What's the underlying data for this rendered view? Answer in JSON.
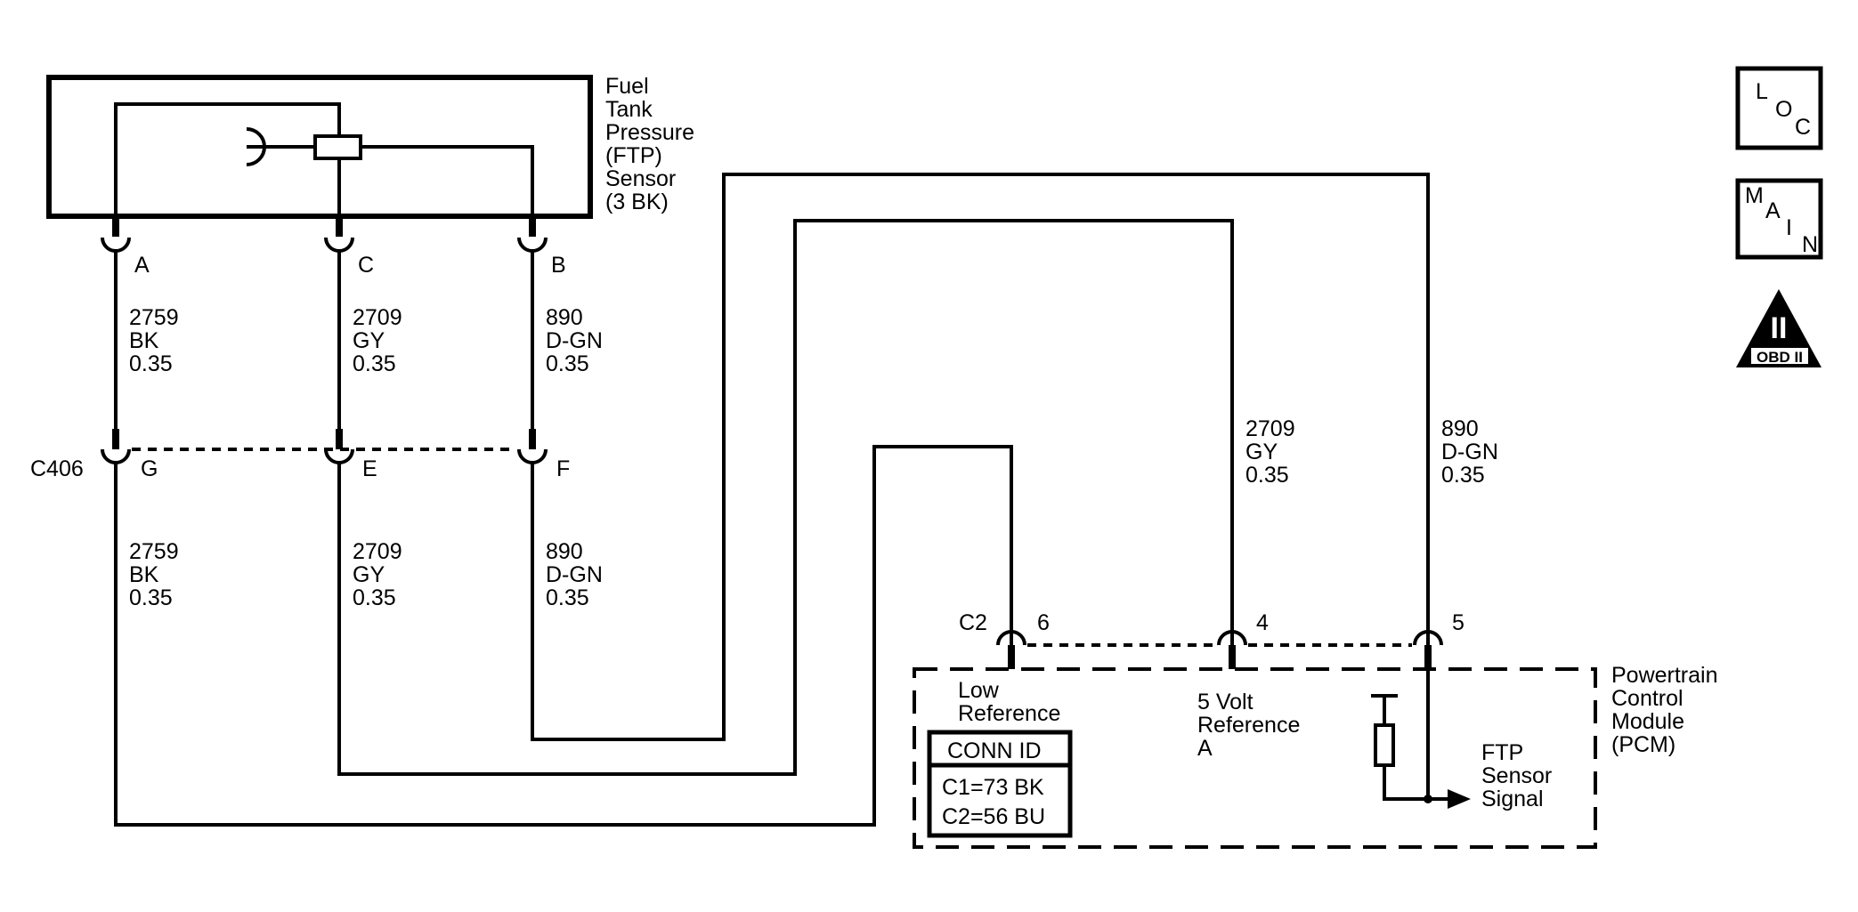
{
  "sensor": {
    "label_lines": [
      "Fuel",
      "Tank",
      "Pressure",
      "(FTP)",
      "Sensor",
      "(3 BK)"
    ],
    "pins": {
      "a": "A",
      "c": "C",
      "b": "B"
    }
  },
  "wires": {
    "a": {
      "circuit": "2759",
      "color": "BK",
      "size": "0.35"
    },
    "c": {
      "circuit": "2709",
      "color": "GY",
      "size": "0.35"
    },
    "b": {
      "circuit": "890",
      "color": "D-GN",
      "size": "0.35"
    }
  },
  "inline_connector": {
    "id": "C406",
    "pins": {
      "a": "G",
      "c": "E",
      "b": "F"
    }
  },
  "pcm_connector": {
    "id": "C2",
    "pins": {
      "low_ref": "6",
      "five_volt": "4",
      "signal": "5"
    }
  },
  "pcm": {
    "label_lines": [
      "Powertrain",
      "Control",
      "Module",
      "(PCM)"
    ],
    "low_ref_lines": [
      "Low",
      "Reference"
    ],
    "five_volt_lines": [
      "5 Volt",
      "Reference",
      "A"
    ],
    "signal_lines": [
      "FTP",
      "Sensor",
      "Signal"
    ],
    "conn_id": {
      "header": "CONN ID",
      "rows": [
        "C1=73 BK",
        "C2=56 BU"
      ]
    }
  },
  "nav": {
    "loc": [
      "L",
      "O",
      "C"
    ],
    "main": [
      "M",
      "A",
      "I",
      "N"
    ],
    "obd": {
      "symbol": "II",
      "label": "OBD II"
    }
  }
}
